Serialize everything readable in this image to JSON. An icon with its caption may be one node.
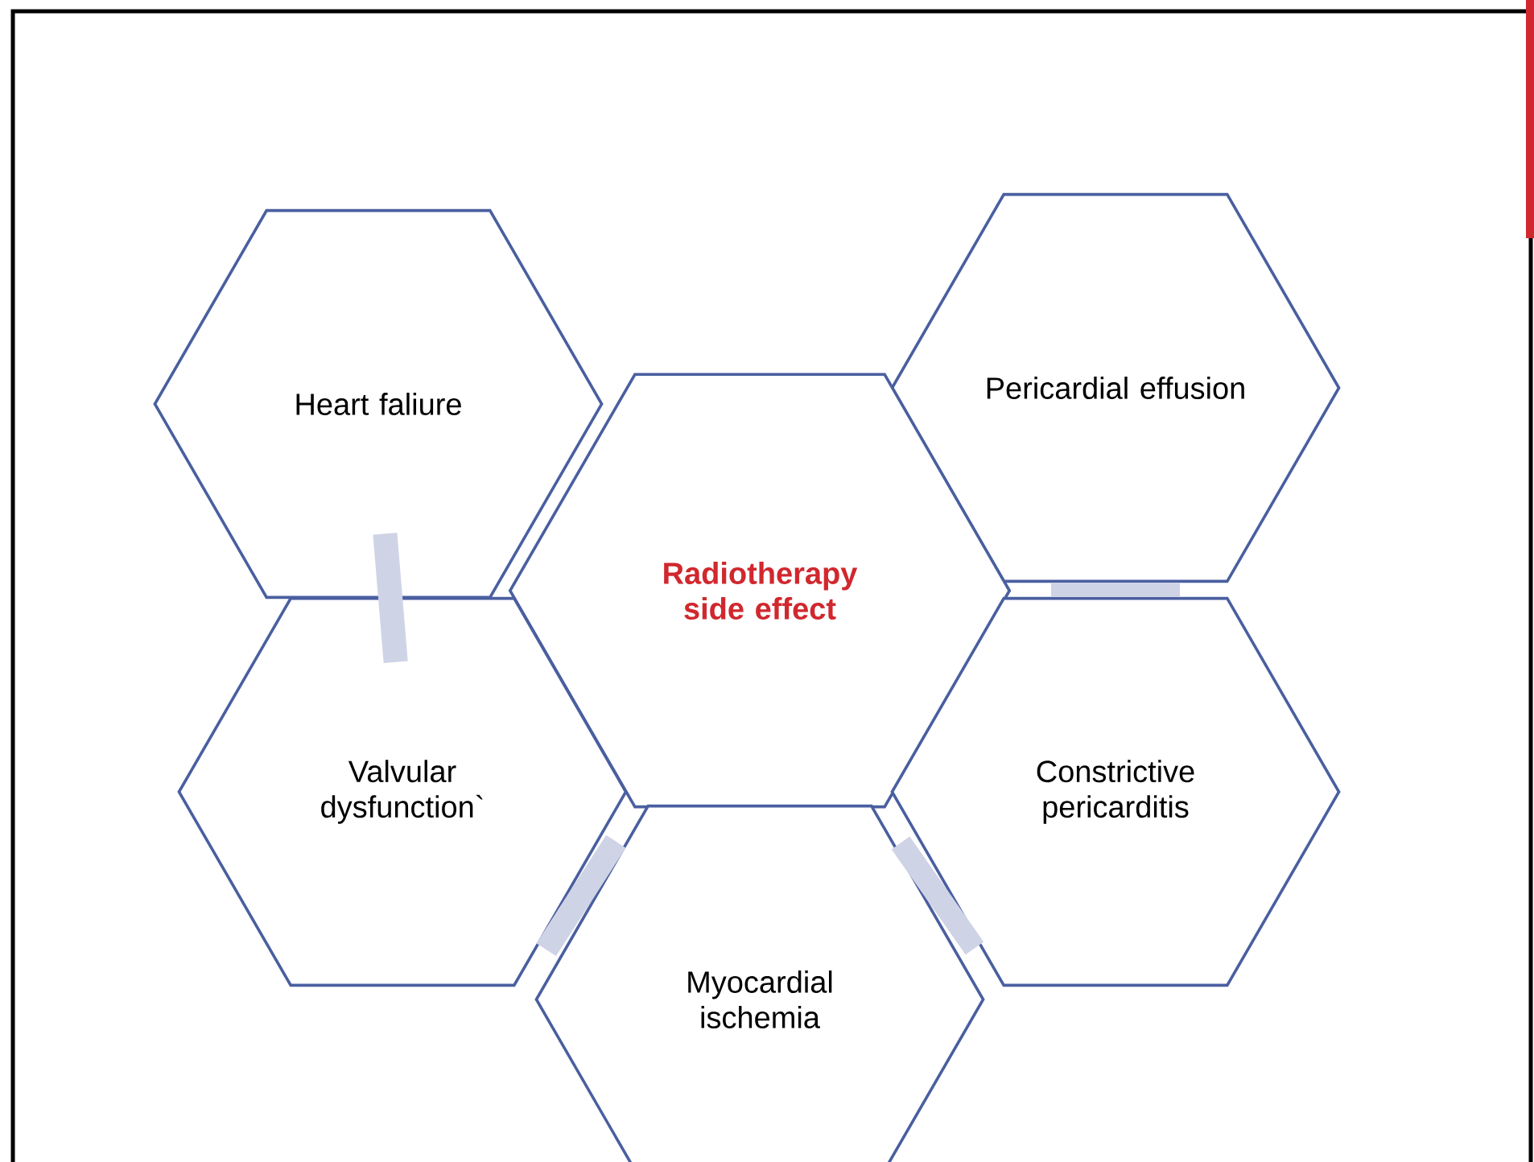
{
  "diagram": {
    "nodes": [
      {
        "text": [
          "Heart faliure"
        ]
      },
      {
        "text": [
          "Pericardial effusion"
        ]
      },
      {
        "text": [
          "Radiotherapy side effect"
        ]
      },
      {
        "text": [
          "Valvular dysfunction`"
        ]
      },
      {
        "text": [
          "Constrictive pericarditis"
        ]
      },
      {
        "text": [
          "Myocardial ischemia"
        ]
      }
    ],
    "edges": [
      {
        "from": 0,
        "to": 3,
        "arrow": "none"
      },
      {
        "from": 3,
        "to": 5,
        "arrow": "none"
      },
      {
        "from": 5,
        "to": 4,
        "arrow": "none"
      },
      {
        "from": 1,
        "to": 4,
        "arrow": "none"
      }
    ]
  }
}
